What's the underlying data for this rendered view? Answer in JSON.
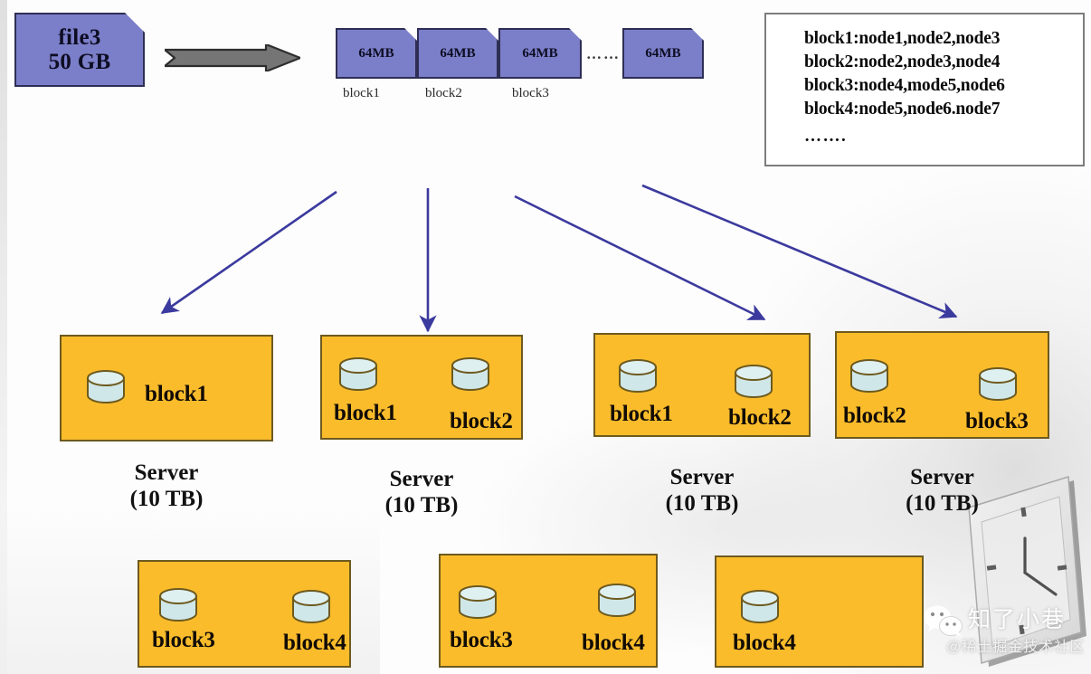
{
  "diagram": {
    "title": "HDFS file block distribution across servers",
    "colors": {
      "block_purple": "#7b7ec8",
      "block_border": "#2e2e55",
      "server_orange": "#fabc2b",
      "server_border": "#6d5a1f",
      "arrow_blue": "#3b3a9e",
      "gray_arrow": "#757575",
      "disk_cyan": "#cfe7e8",
      "background": "#fdfdfd"
    }
  },
  "source_file": {
    "name": "file3",
    "size": "50 GB"
  },
  "split_arrow": {
    "icon": "right-block-arrow"
  },
  "chunks": [
    {
      "size": "64MB",
      "label": "block1"
    },
    {
      "size": "64MB",
      "label": "block2"
    },
    {
      "size": "64MB",
      "label": "block3"
    },
    {
      "size": "64MB",
      "label": ""
    }
  ],
  "chunks_ellipsis": "……",
  "mapping_box": {
    "rows": [
      "block1:node1,node2,node3",
      "block2:node2,node3,node4",
      "block3:node4,mode5,node6",
      "block4:node5,node6.node7"
    ],
    "ellipsis": "……."
  },
  "servers": [
    {
      "caption_line1": "Server",
      "caption_line2": "(10 TB)",
      "blocks": [
        "block1"
      ]
    },
    {
      "caption_line1": "Server",
      "caption_line2": "(10 TB)",
      "blocks": [
        "block1",
        "block2"
      ]
    },
    {
      "caption_line1": "Server",
      "caption_line2": "(10 TB)",
      "blocks": [
        "block1",
        "block2"
      ]
    },
    {
      "caption_line1": "Server",
      "caption_line2": "(10 TB)",
      "blocks": [
        "block2",
        "block3"
      ]
    }
  ],
  "replica_row": [
    {
      "blocks": [
        "block3",
        "block4"
      ]
    },
    {
      "blocks": [
        "block3",
        "block4"
      ]
    },
    {
      "blocks": [
        "block4"
      ]
    }
  ],
  "watermark": {
    "logo": "wechat-icon",
    "name": "知了小巷",
    "handle": "@稀土掘金技术社区"
  }
}
